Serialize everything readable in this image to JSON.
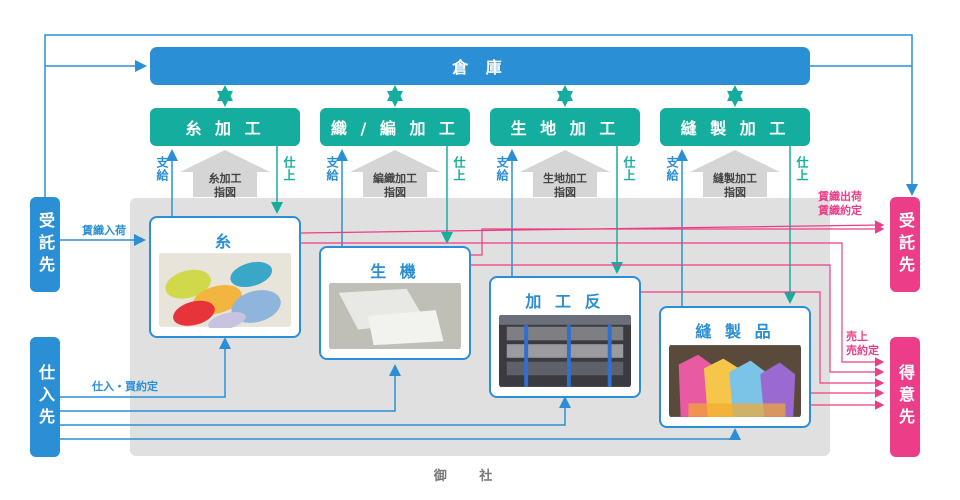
{
  "warehouse": "倉 庫",
  "processes": [
    {
      "label": "糸 加 工",
      "instruction": "糸加工\n指図"
    },
    {
      "label": "織 / 編 加 工",
      "instruction": "編織加工\n指図"
    },
    {
      "label": "生 地 加 工",
      "instruction": "生地加工\n指図"
    },
    {
      "label": "縫 製 加 工",
      "instruction": "縫製加工\n指図"
    }
  ],
  "supply_label": "支給",
  "finish_label": "仕上",
  "items": [
    {
      "label": "糸"
    },
    {
      "label": "生 機"
    },
    {
      "label": "加 工 反"
    },
    {
      "label": "縫 製 品"
    }
  ],
  "left_consignor": "受託先",
  "left_supplier": "仕入先",
  "right_consignor": "受託先",
  "right_customer": "得意先",
  "label_consign_in": "賃織入荷",
  "label_purchase": "仕入・買約定",
  "label_consign_out_1": "賃織出荷",
  "label_consign_out_2": "賃織約定",
  "label_sales_1": "売上",
  "label_sales_2": "売約定",
  "company": "御 社",
  "colors": {
    "blue": "#2a8fd5",
    "teal": "#15ad9d",
    "pink": "#ec3d88",
    "gray_area": "#e0e0e0",
    "arrow_gray": "#d5d5d5"
  }
}
